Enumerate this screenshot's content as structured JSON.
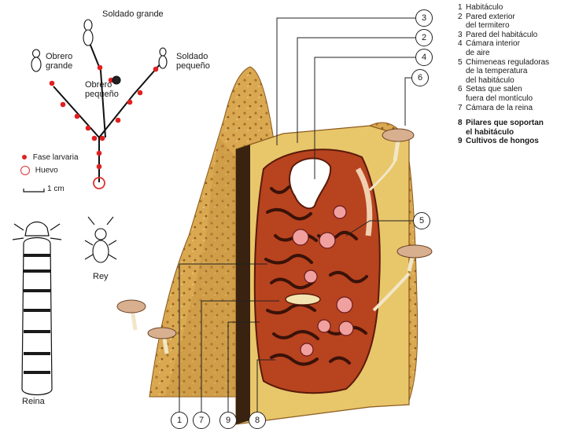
{
  "tree_labels": {
    "soldier_large": "Soldado grande",
    "worker_large": "Obrero\ngrande",
    "worker_small": "Obrero\npequeño",
    "soldier_small": "Soldado\npequeño"
  },
  "key": {
    "larval": "Fase larvaria",
    "egg": "Huevo",
    "scale": "1 cm"
  },
  "castes": {
    "queen": "Reina",
    "king": "Rey"
  },
  "callouts": [
    "3",
    "2",
    "4",
    "6",
    "5",
    "1",
    "7",
    "9",
    "8"
  ],
  "legend": [
    {
      "num": "1",
      "text": "Habitáculo",
      "bold": false
    },
    {
      "num": "2",
      "text": "Pared exterior\ndel termitero",
      "bold": false
    },
    {
      "num": "3",
      "text": "Pared del habitáculo",
      "bold": false
    },
    {
      "num": "4",
      "text": "Cámara interior\nde aire",
      "bold": false
    },
    {
      "num": "5",
      "text": "Chimeneas reguladoras\nde la temperatura\ndel habitáculo",
      "bold": false
    },
    {
      "num": "6",
      "text": "Setas que salen\nfuera del montículo",
      "bold": false
    },
    {
      "num": "7",
      "text": "Cámara de la reina",
      "bold": false
    },
    {
      "num": "8",
      "text": "Pilares que soportan\nel habitáculo",
      "bold": true
    },
    {
      "num": "9",
      "text": "Cultivos de hongos",
      "bold": true
    }
  ],
  "colors": {
    "mound_light": "#e8c66a",
    "mound_dark": "#a8722a",
    "chamber": "#b8431f",
    "chamber_dark": "#5a1a0a",
    "larval_dot": "#e02020",
    "egg_ring": "#e03030"
  }
}
